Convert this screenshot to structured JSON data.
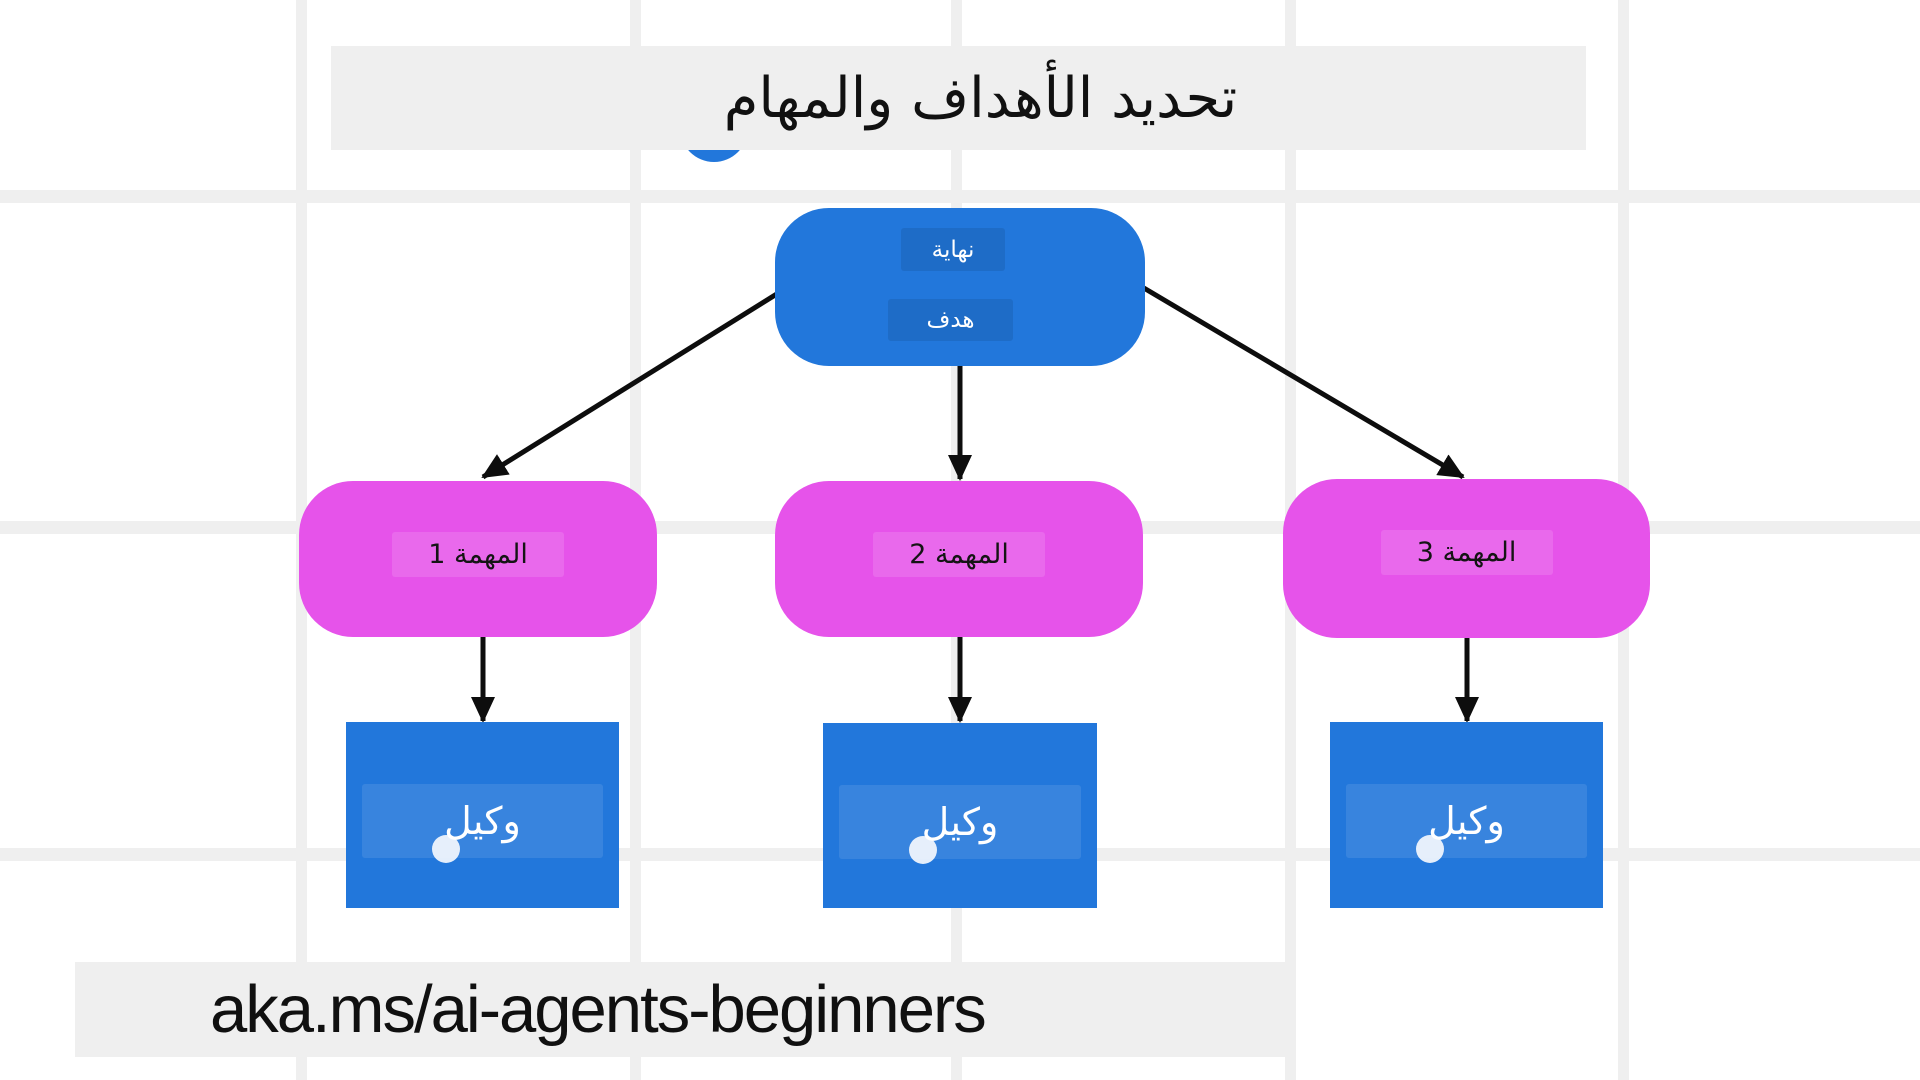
{
  "title": {
    "text": "تحديد الأهداف والمهام"
  },
  "diagram": {
    "root_node": {
      "labels": {
        "top": "نهاية",
        "bottom": "هدف"
      }
    },
    "task_nodes": [
      {
        "label": "المهمة 1"
      },
      {
        "label": "المهمة 2"
      },
      {
        "label": "المهمة 3"
      }
    ],
    "agent_nodes": [
      {
        "label": "وكيل"
      },
      {
        "label": "وكيل"
      },
      {
        "label": "وكيل"
      }
    ]
  },
  "footer": {
    "link_text": "aka.ms/ai-agents-beginners"
  },
  "colors": {
    "node_blue": "#2277DB",
    "node_pink": "#E653EA",
    "panel_gray": "#EFEFEF",
    "arrow_black": "#0D0D0D",
    "text_dark": "#141414",
    "text_light": "#FFFFFF"
  }
}
